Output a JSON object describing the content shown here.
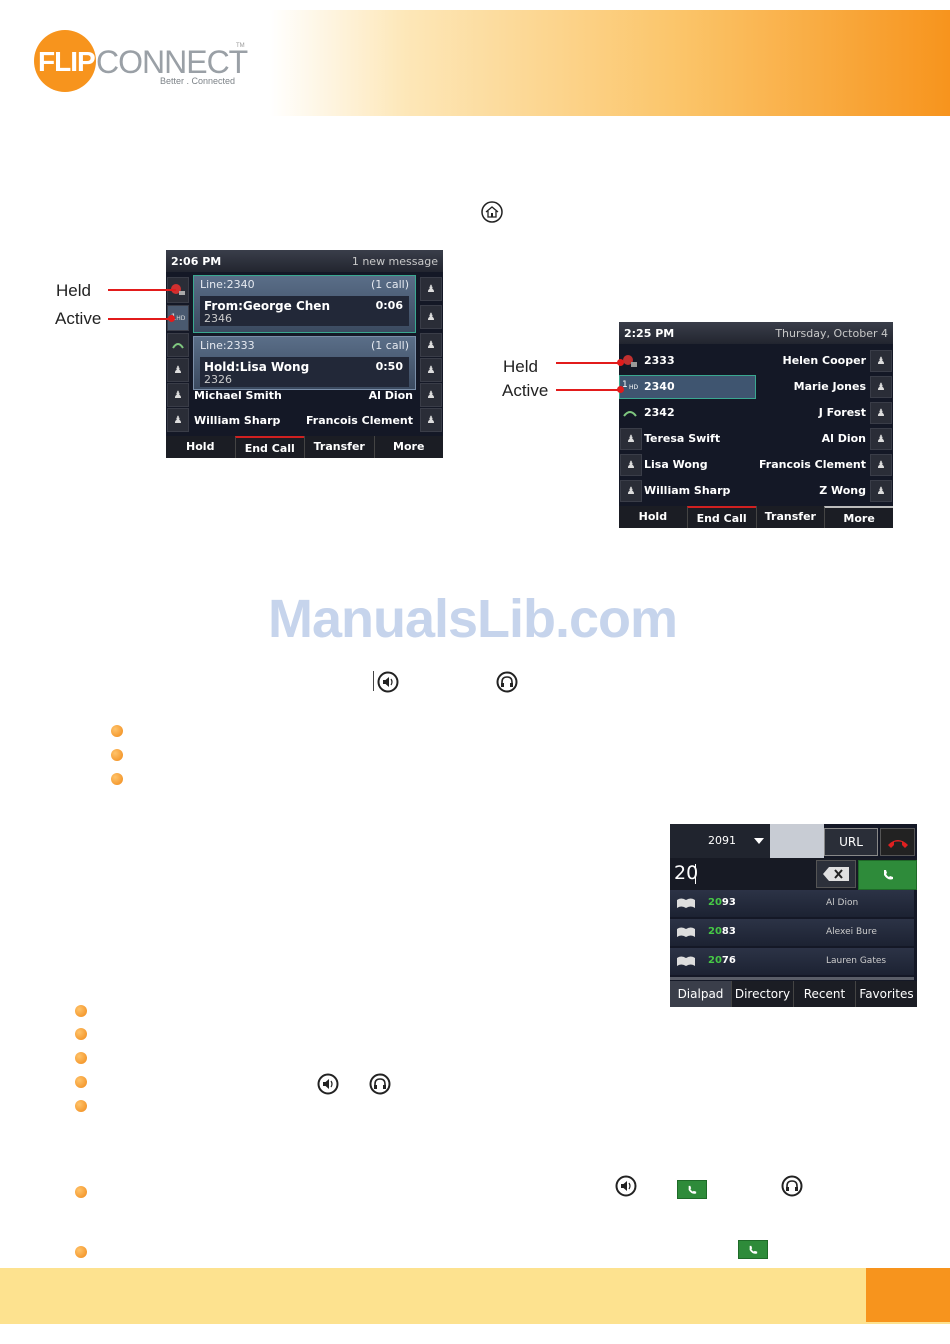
{
  "header": {
    "logo_flip": "FLIP",
    "logo_connect": "CONNECT",
    "logo_tm": "TM",
    "tagline": "Better . Connected"
  },
  "icons": {
    "home": "home-icon",
    "speaker": "speaker-icon",
    "headset": "headset-icon",
    "call": "call-icon"
  },
  "screen1": {
    "time": "2:06 PM",
    "status": "1 new message",
    "call1": {
      "line": "Line:2340",
      "count": "(1 call)",
      "name": "From:George Chen",
      "timer": "0:06",
      "number": "2346"
    },
    "call2": {
      "line": "Line:2333",
      "count": "(1 call)",
      "name": "Hold:Lisa Wong",
      "timer": "0:50",
      "number": "2326"
    },
    "row4": {
      "left": "Michael Smith",
      "right": "Al Dion"
    },
    "row5": {
      "left": "William Sharp",
      "right": "Francois Clement"
    },
    "softkeys": [
      "Hold",
      "End Call",
      "Transfer",
      "More"
    ],
    "hd_label": "HD",
    "line_num": "1"
  },
  "screen2": {
    "time": "2:25 PM",
    "date": "Thursday, October 4",
    "rows": [
      {
        "left": "2333",
        "right": "Helen Cooper"
      },
      {
        "left": "2340",
        "right": "Marie Jones"
      },
      {
        "left": "2342",
        "right": "J Forest"
      },
      {
        "left": "Teresa Swift",
        "right": "Al Dion"
      },
      {
        "left": "Lisa Wong",
        "right": "Francois Clement"
      },
      {
        "left": "William Sharp",
        "right": "Z Wong"
      }
    ],
    "softkeys": [
      "Hold",
      "End Call",
      "Transfer",
      "More"
    ],
    "hd_label": "HD",
    "line_num": "1"
  },
  "labels": {
    "held": "Held",
    "active": "Active"
  },
  "watermark": "ManualsLib.com",
  "dialpad": {
    "line": "2091",
    "url": "URL",
    "input": "20",
    "matches": [
      {
        "number_prefix": "20",
        "number_rest": "93",
        "name": "Al Dion"
      },
      {
        "number_prefix": "20",
        "number_rest": "83",
        "name": "Alexei Bure"
      },
      {
        "number_prefix": "20",
        "number_rest": "76",
        "name": "Lauren Gates"
      }
    ],
    "tabs": [
      "Dialpad",
      "Directory",
      "Recent",
      "Favorites"
    ]
  },
  "colors": {
    "brand_orange": "#f7941d",
    "footer_yellow": "#fde28f",
    "arrow_red": "#e21b1b",
    "call_green": "#2e8b3a",
    "watermark_blue": "#c6d4ec"
  }
}
